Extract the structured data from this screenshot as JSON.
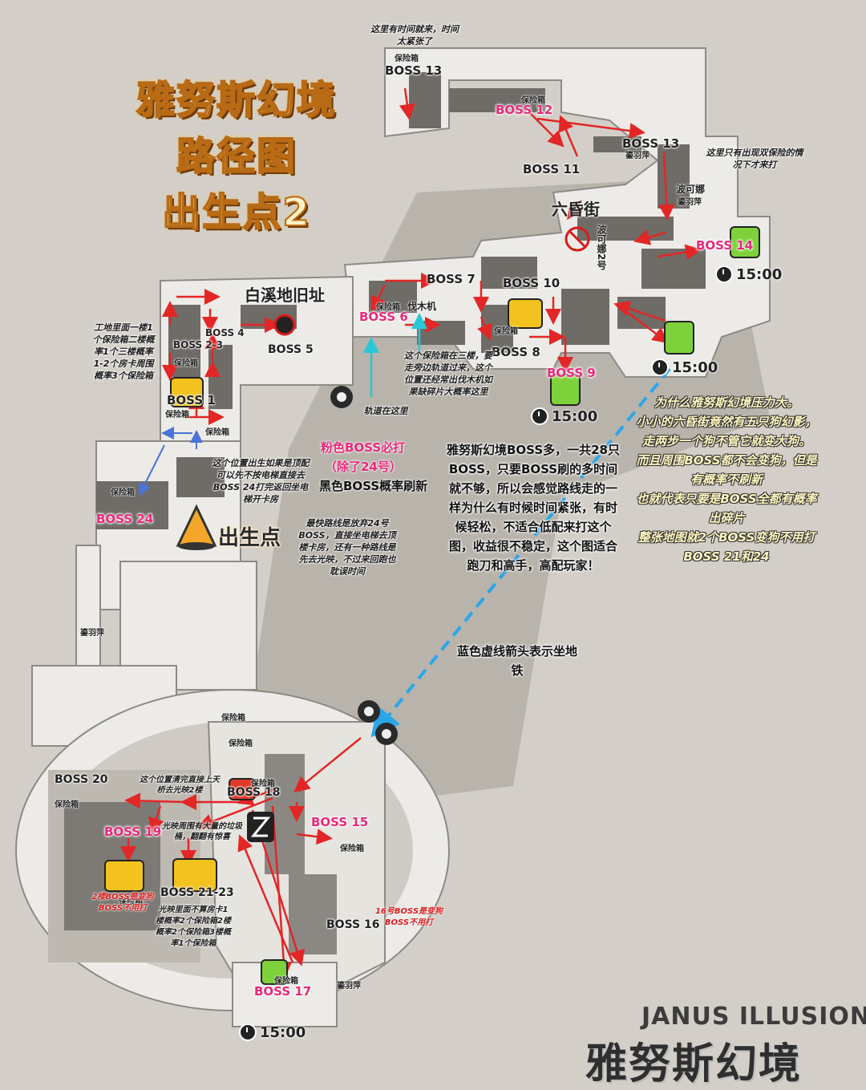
{
  "title": {
    "line1": "雅努斯幻境",
    "line2": "路径图",
    "line3": "出生点2"
  },
  "brand": {
    "en": "JANUS ILLUSION",
    "cn": "雅努斯幻境"
  },
  "places": {
    "baixi": "白溪地旧址",
    "liuhun": "六昏街",
    "bokena_label": "波可娜2号",
    "famuji": "伐木机",
    "bokena": "波可娜",
    "spawn": "出生点"
  },
  "bosses": [
    {
      "label": "BOSS 13",
      "pink": false,
      "k": "b13a"
    },
    {
      "label": "BOSS 12",
      "pink": true,
      "k": "b12"
    },
    {
      "label": "BOSS 13",
      "pink": false,
      "k": "b13b"
    },
    {
      "label": "BOSS 11",
      "pink": false,
      "k": "b11"
    },
    {
      "label": "BOSS 14",
      "pink": true,
      "k": "b14"
    },
    {
      "label": "BOSS 7",
      "pink": false,
      "k": "b7"
    },
    {
      "label": "BOSS 10",
      "pink": false,
      "k": "b10"
    },
    {
      "label": "BOSS 6",
      "pink": true,
      "k": "b6"
    },
    {
      "label": "BOSS 4",
      "pink": false,
      "k": "b4"
    },
    {
      "label": "BOSS 2-3",
      "pink": false,
      "k": "b23"
    },
    {
      "label": "BOSS 5",
      "pink": false,
      "k": "b5"
    },
    {
      "label": "BOSS 8",
      "pink": false,
      "k": "b8"
    },
    {
      "label": "BOSS 9",
      "pink": true,
      "k": "b9"
    },
    {
      "label": "BOSS 1",
      "pink": false,
      "k": "b1"
    },
    {
      "label": "BOSS 24",
      "pink": true,
      "k": "b24"
    },
    {
      "label": "BOSS 20",
      "pink": false,
      "k": "b20"
    },
    {
      "label": "BOSS 18",
      "pink": false,
      "k": "b18"
    },
    {
      "label": "BOSS 15",
      "pink": true,
      "k": "b15"
    },
    {
      "label": "BOSS 19",
      "pink": true,
      "k": "b19"
    },
    {
      "label": "BOSS 21-23",
      "pink": false,
      "k": "b2123"
    },
    {
      "label": "BOSS 16",
      "pink": false,
      "k": "b16"
    },
    {
      "label": "BOSS 17",
      "pink": true,
      "k": "b17"
    }
  ],
  "small_labels": {
    "baoxianxiang": "保险箱",
    "jiaoyanglian": "鎏羽萍"
  },
  "timers": {
    "t": "15:00"
  },
  "notes": {
    "n_top": "这里有时间就来，时间太紧张了",
    "n_right": "这里只有出现双保险的情况下才来打",
    "n_site": "工地里面一楼1个保险箱二楼概率1个三楼概率1-2个房卡周围概率3个保险箱",
    "n_third": "这个保险箱在三楼，要走旁边轨道过来，这个位置还经常出伐木机如果缺碎片大概率这里",
    "n_track": "轨道在这里",
    "n_spawn": "这个位置出生如果是顶配可以先不按电梯直接去BOSS 24打完返回坐电梯开卡房",
    "n_fast": "最快路线是放弃24号BOSS，直接坐电梯去顶楼卡房，还有一种路线是先去光映，不过来回跑也耽误时间",
    "pink_must": "粉色BOSS必打",
    "pink_except": "（除了24号）",
    "black_prob": "黑色BOSS概率刷新",
    "n_sky": "这个位置清完直接上天桥去光映2楼",
    "n_trash": "光映周围有大量的垃圾桶，翻翻有惊喜",
    "n_guangying": "光映里面不算房卡1楼概率2个保险箱2楼概率2个保险箱3楼概率1个保险箱",
    "n_2f": "2楼BOSS是变狗BOSS不用打",
    "n_16": "16号BOSS是变狗BOSS不用打",
    "subway": "蓝色虚线箭头表示坐地铁"
  },
  "para_center": "雅努斯幻境BOSS多，一共28只BOSS，只要BOSS刷的多时间就不够，所以会感觉路线走的一样为什么有时候时间紧张，有时候轻松，不适合低配来打这个图，收益很不稳定，这个图适合跑刀和高手，高配玩家！",
  "para_right": [
    "为什么雅努斯幻境压力大。",
    "小小的六昏街竟然有五只狗幻影，",
    "走两步一个狗不管它就变大狗。",
    "而且周围BOSS都不会变狗，但是",
    "有概率不刷新",
    "也就代表只要是BOSS全都有概率",
    "出碎片",
    "整张地图就2个BOSS变狗不用打",
    "BOSS 21和24"
  ],
  "colors": {
    "route": "#e32626",
    "subway": "#2aa6e8",
    "cyan": "#29c7d6",
    "blue": "#4a74d8",
    "pink": "#e8287a"
  }
}
